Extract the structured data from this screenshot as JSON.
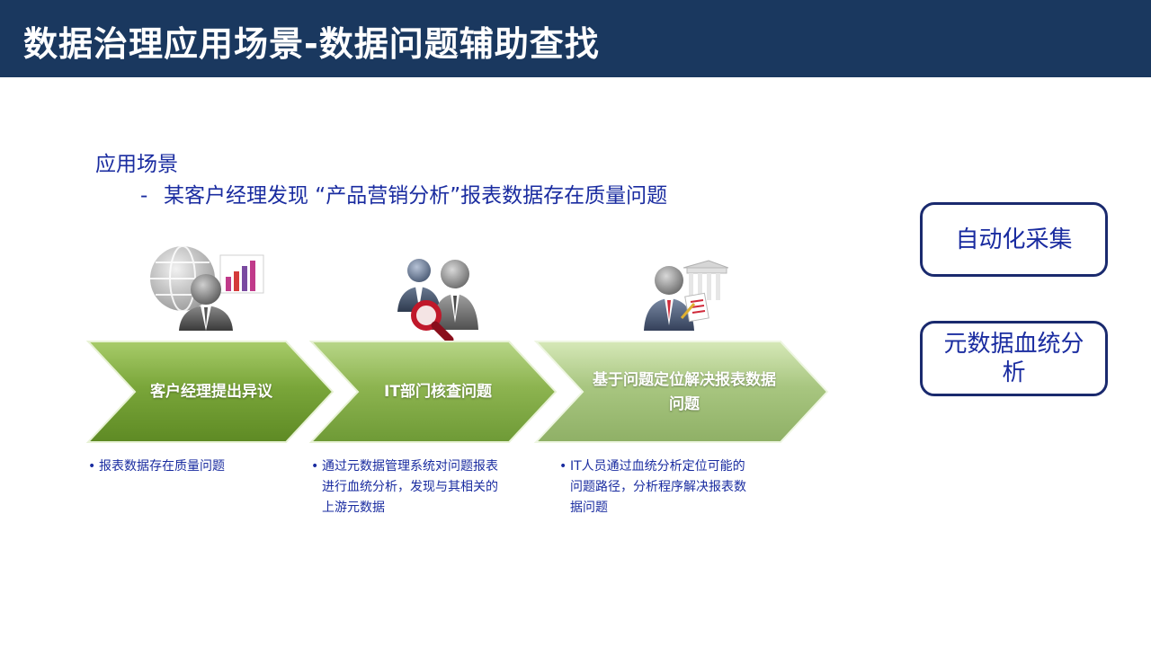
{
  "header": {
    "title": "数据治理应用场景-数据问题辅助查找"
  },
  "scenario": {
    "label": "应用场景",
    "dash": "-",
    "description": "某客户经理发现 “产品营销分析”报表数据存在质量问题"
  },
  "steps": [
    {
      "label": "客户经理提出异议",
      "note": "报表数据存在质量问题",
      "icon": "manager-report-icon"
    },
    {
      "label": "IT部门核查问题",
      "note": "通过元数据管理系统对问题报表进行血统分析，发现与其相关的上游元数据",
      "icon": "team-search-icon"
    },
    {
      "label": "基于问题定位解决报表数据问题",
      "note": "IT人员通过血统分析定位可能的问题路径，分析程序解决报表数据问题",
      "icon": "analyst-document-icon"
    }
  ],
  "side_boxes": [
    {
      "label": "自动化采集"
    },
    {
      "label": "元数据血统分析"
    }
  ],
  "colors": {
    "header_bg": "#1a385f",
    "accent_text": "#1a2ca0",
    "chevron_dark": "#6a9a2c",
    "chevron_mid": "#8ab64a",
    "chevron_light": "#b9d58a",
    "box_border": "#1a2a6e"
  }
}
